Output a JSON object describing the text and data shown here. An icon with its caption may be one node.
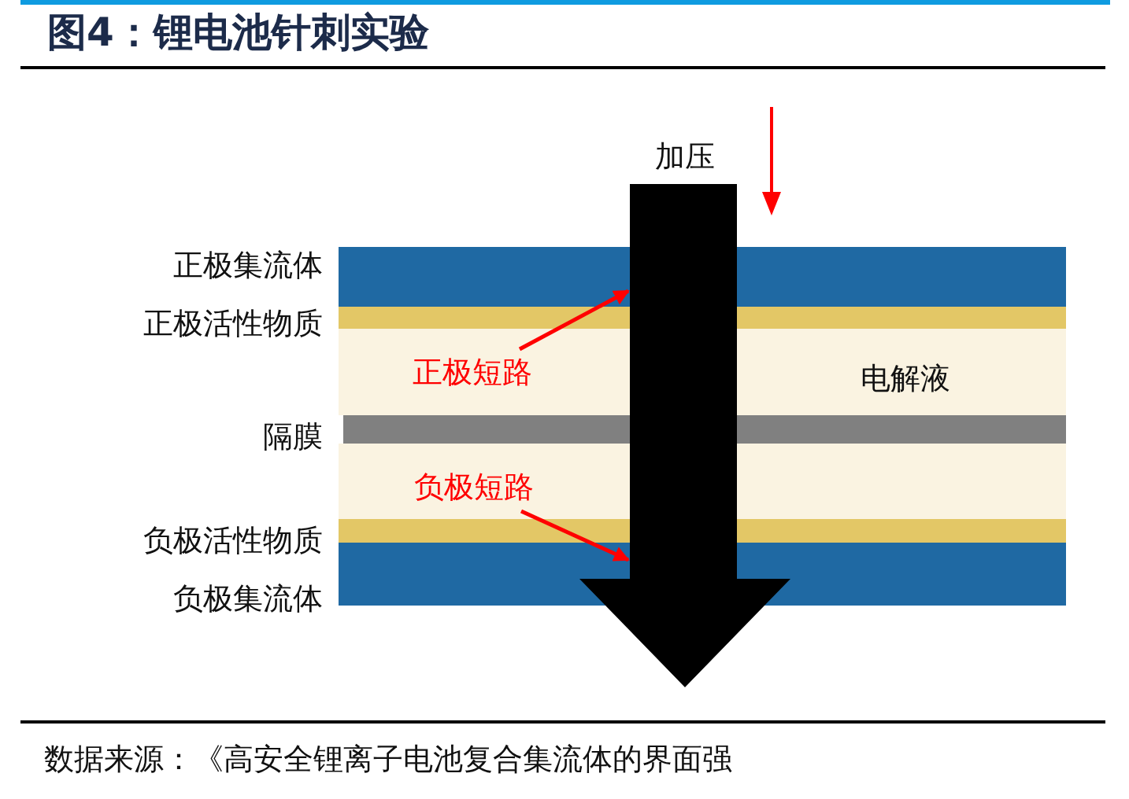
{
  "diagram": {
    "title": "图4：锂电池针刺实验",
    "caption": "数据来源：《高安全锂离子电池复合集流体的界面强",
    "nodes": [
      {
        "text": [
          "正极短路"
        ]
      },
      {
        "text": [
          "负极短路"
        ]
      },
      {
        "text": [
          "加压"
        ]
      }
    ],
    "edges": [
      {
        "from": 0,
        "to": 2,
        "arrow": "to",
        "color": "#ff0000"
      },
      {
        "from": 1,
        "to": 2,
        "arrow": "to",
        "color": "#ff0000"
      }
    ],
    "labels": [
      "正极集流体",
      "正极活性物质",
      "隔膜",
      "负极活性物质",
      "负极集流体",
      "电解液"
    ]
  }
}
